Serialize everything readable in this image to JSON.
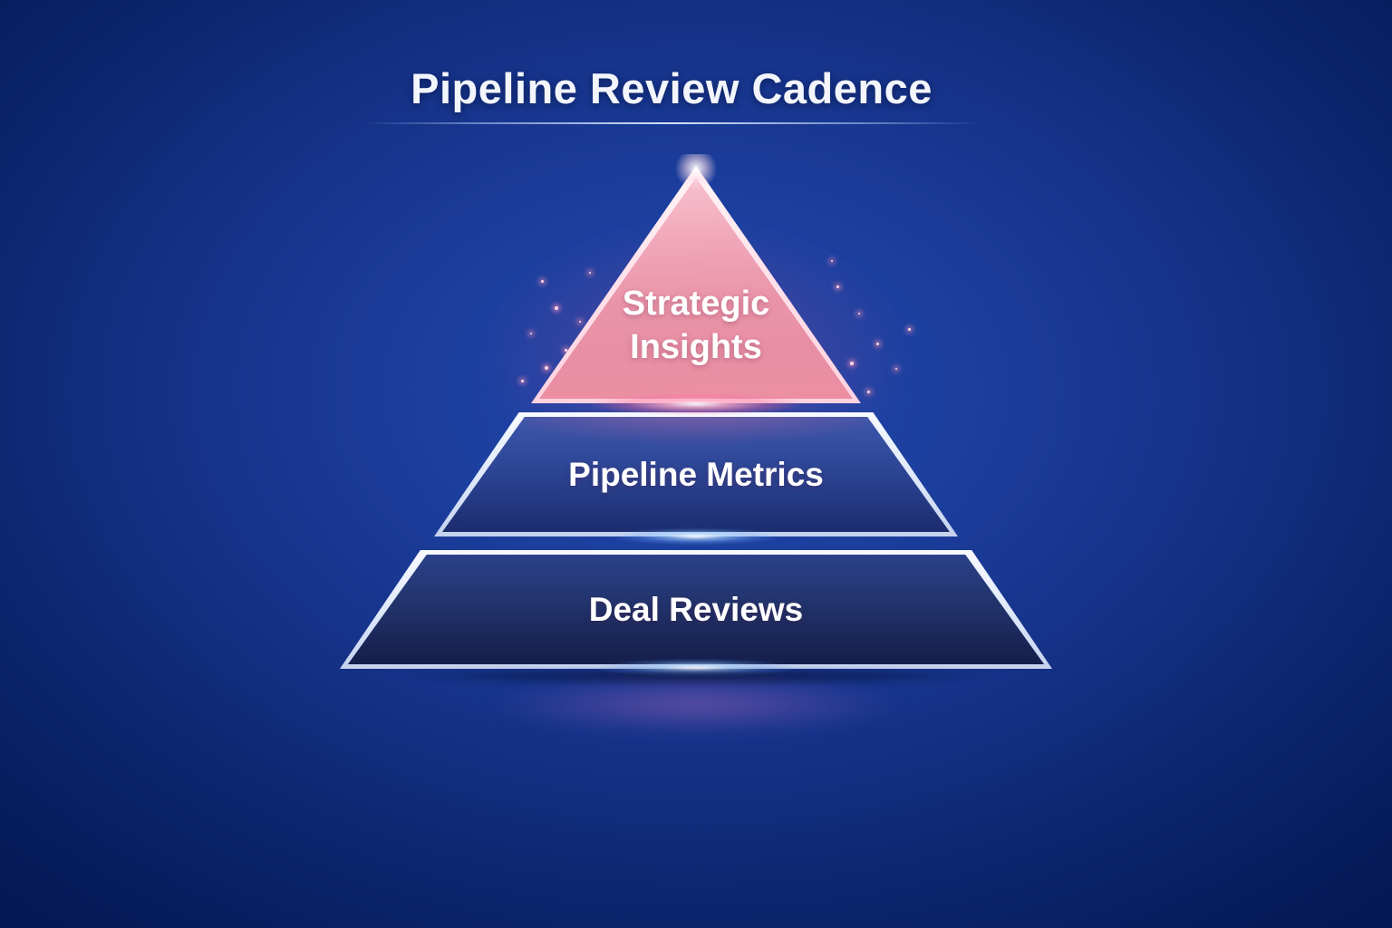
{
  "page": {
    "title": "Pipeline Review Cadence"
  },
  "pyramid": {
    "tiers": [
      {
        "name": "strategic-insights",
        "label": "Strategic Insights",
        "line1": "Strategic",
        "line2": "Insights",
        "level": 1,
        "shape": "triangle",
        "fill_color": "#ea94a9",
        "glow_color": "#ff7a9e"
      },
      {
        "name": "pipeline-metrics",
        "label": "Pipeline Metrics",
        "level": 2,
        "shape": "trapezoid",
        "fill_color": "#2c4897",
        "border_color": "#eef3ff"
      },
      {
        "name": "deal-reviews",
        "label": "Deal Reviews",
        "level": 3,
        "shape": "trapezoid",
        "fill_color": "#20336f",
        "border_color": "#eef3ff"
      }
    ]
  },
  "colors": {
    "background_center": "#2148ac",
    "background_edge": "#03124a",
    "title_text": "#f2f5fc",
    "label_text": "#ffffff",
    "reflection": "#ce76c6"
  }
}
